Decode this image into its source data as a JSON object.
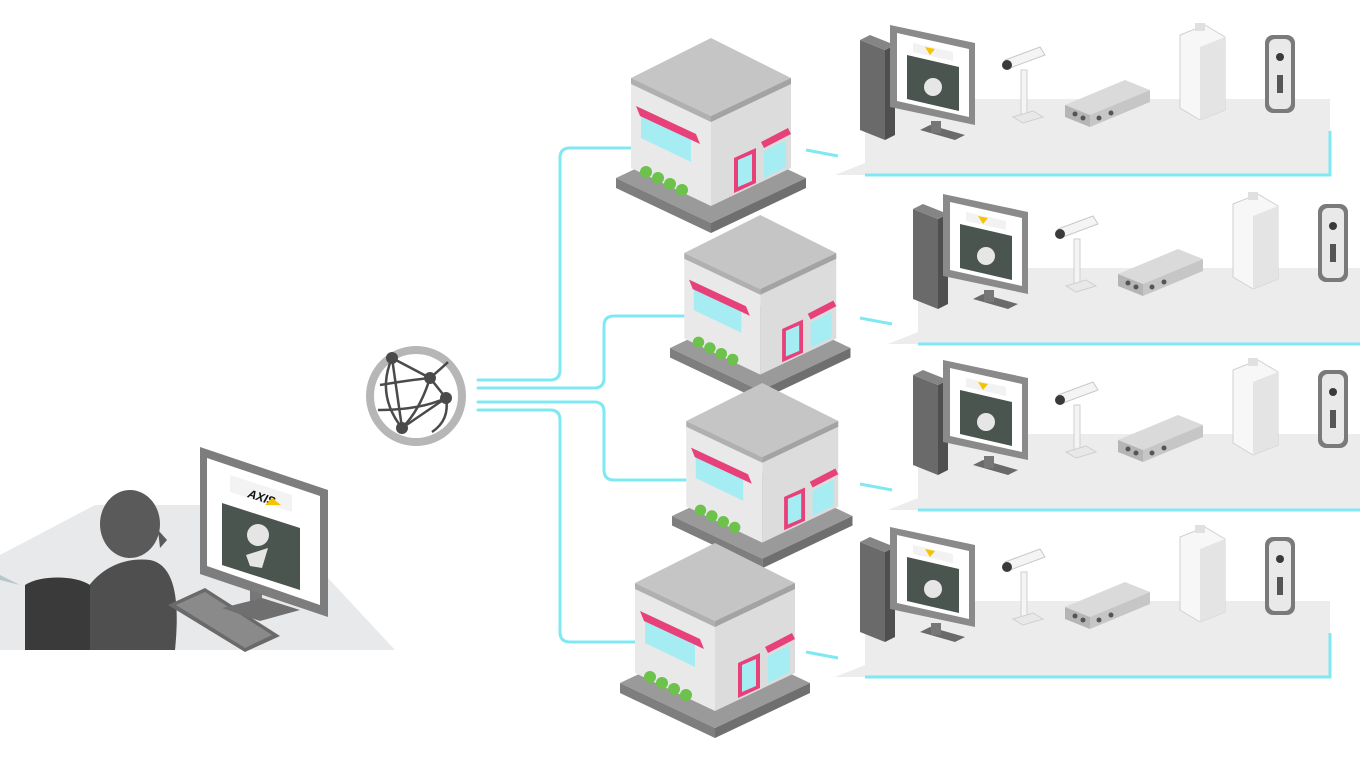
{
  "brand": {
    "logo_text": "AXIS",
    "logo_color": "#111111",
    "logo_accent": "#f5c400"
  },
  "palette": {
    "connection": "#7fe8f2",
    "building_wall": "#ececec",
    "building_roof": "#c9c9ca",
    "building_side": "#d6d6d7",
    "awning": "#e8417a",
    "window": "#a9eef4",
    "door": "#e8417a",
    "bush": "#6cc24a",
    "shelf": "#ebebec",
    "device_dark": "#6b6b6b",
    "globe_ring": "#b5b5b5",
    "globe_node": "#4a4a4a"
  },
  "icons": {
    "operator": "person-at-desk-icon",
    "network": "globe-network-icon",
    "site": "storefront-icon",
    "vms": "monitor-workstation-icon",
    "camera": "bullet-camera-icon",
    "io_module": "io-module-icon",
    "access_control": "door-controller-icon",
    "intercom": "door-intercom-icon"
  },
  "sites": [
    {
      "id": "site-1",
      "devices": [
        "workstation",
        "camera",
        "io-module",
        "door-controller",
        "intercom"
      ]
    },
    {
      "id": "site-2",
      "devices": [
        "workstation",
        "camera",
        "io-module",
        "door-controller",
        "intercom"
      ]
    },
    {
      "id": "site-3",
      "devices": [
        "workstation",
        "camera",
        "io-module",
        "door-controller",
        "intercom"
      ]
    },
    {
      "id": "site-4",
      "devices": [
        "workstation",
        "camera",
        "io-module",
        "door-controller",
        "intercom"
      ]
    }
  ]
}
